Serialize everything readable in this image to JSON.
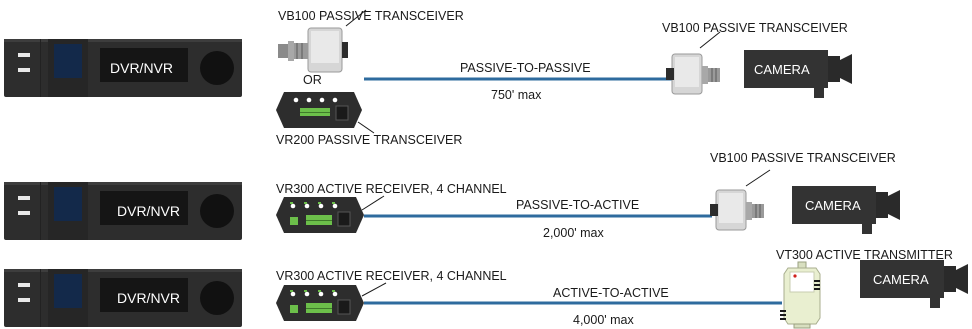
{
  "rows": [
    {
      "recorder_label": "DVR/NVR",
      "receiver_top_label": "VB100 PASSIVE TRANSCEIVER",
      "or_label": "OR",
      "receiver_bottom_label": "VR200 PASSIVE TRANSCEIVER",
      "link_title": "PASSIVE-TO-PASSIVE",
      "link_distance": "750' max",
      "transmitter_label": "VB100 PASSIVE TRANSCEIVER",
      "camera_label": "CAMERA"
    },
    {
      "recorder_label": "DVR/NVR",
      "receiver_label": "VR300 ACTIVE RECEIVER, 4 CHANNEL",
      "link_title": "PASSIVE-TO-ACTIVE",
      "link_distance": "2,000' max",
      "transmitter_label": "VB100 PASSIVE TRANSCEIVER",
      "camera_label": "CAMERA"
    },
    {
      "recorder_label": "DVR/NVR",
      "receiver_label": "VR300 ACTIVE RECEIVER, 4 CHANNEL",
      "link_title": "ACTIVE-TO-ACTIVE",
      "link_distance": "4,000' max",
      "transmitter_label": "VT300 ACTIVE TRANSMITTER",
      "camera_label": "CAMERA"
    }
  ],
  "colors": {
    "cable": "#2e6b9e",
    "device_dark": "#2b2b2b",
    "transceiver_body": "#d9d9d9",
    "receiver_body": "#3a3a3a",
    "green_terminal": "#6cbf4a",
    "transmitter_body": "#e9efd0"
  }
}
